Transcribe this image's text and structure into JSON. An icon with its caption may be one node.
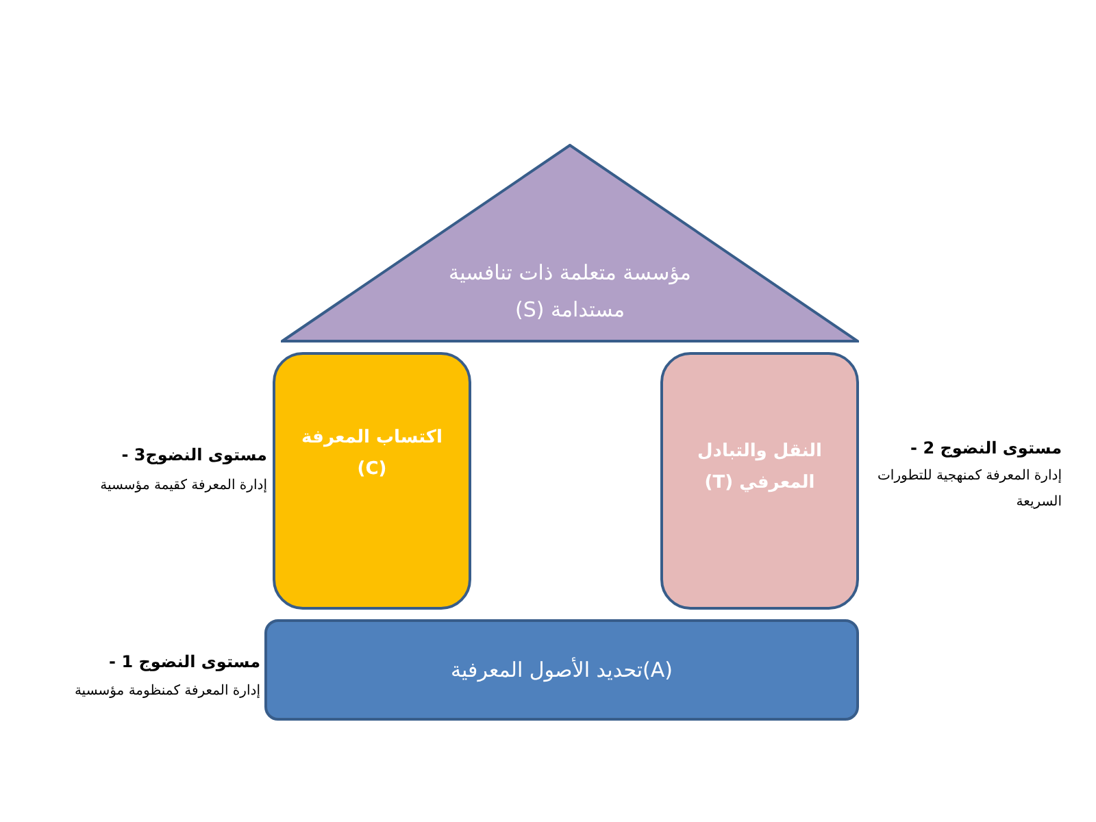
{
  "diagram": {
    "nodes": [
      {
        "text": [
          "مؤسسة متعلمة ذات تنافسية مستدامة (S)"
        ]
      },
      {
        "text": [
          "اكتساب المعرفة (C)"
        ]
      },
      {
        "text": [
          "النقل والتبادل المعرفي (T)"
        ]
      },
      {
        "text": [
          "(A)تحديد الأصول المعرفية"
        ]
      }
    ],
    "edges": [],
    "labels": [
      "مستوى النضوج 2 -",
      "إدارة المعرفة كمنهجية للتطورات السريعة",
      "مستوى النضوج3 -",
      "إدارة المعرفة كقيمة مؤسسية",
      "مستوى النضوج 1 -",
      "إدارة المعرفة كمنظومة مؤسسية"
    ]
  }
}
